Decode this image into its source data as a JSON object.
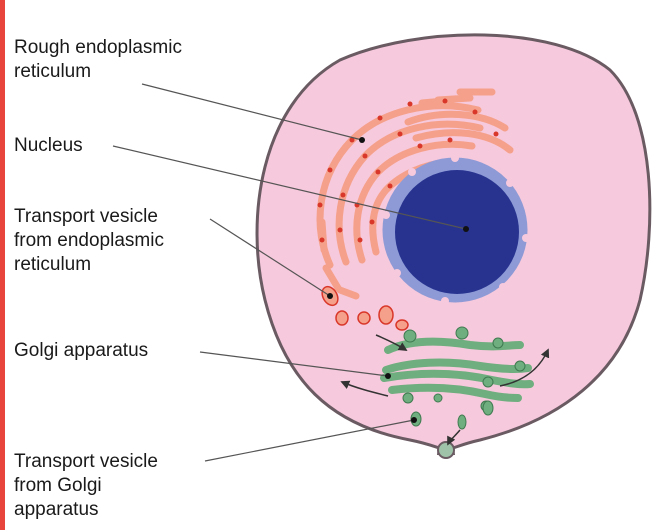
{
  "labels": {
    "rough_er": "Rough endoplasmic\nreticulum",
    "nucleus": "Nucleus",
    "transport_vesicle_er": "Transport vesicle\nfrom endoplasmic\nreticulum",
    "golgi": "Golgi apparatus",
    "transport_vesicle_golgi": "Transport vesicle\nfrom Golgi\napparatus"
  },
  "colors": {
    "accent_bar": "#e8453c",
    "cytoplasm": "#f7c9dc",
    "membrane": "#6a5a62",
    "er_fill": "#f5a08a",
    "er_stroke": "#d9372a",
    "nucleus_outer": "#8d9ad6",
    "nucleus_inner": "#27338f",
    "golgi_fill": "#6fae7f",
    "golgi_stroke": "#3f7a50",
    "leader_line": "#555555"
  }
}
